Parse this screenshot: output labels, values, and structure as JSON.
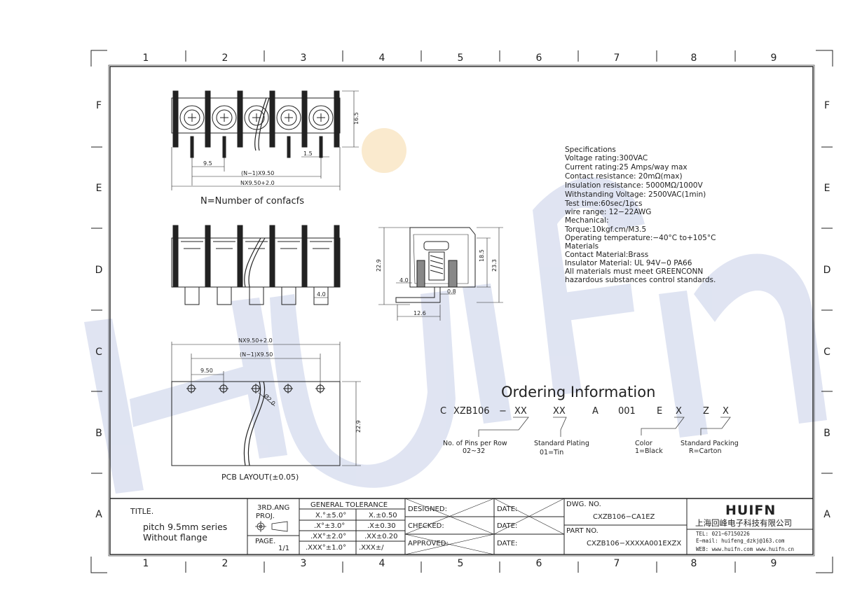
{
  "grid": {
    "columns": [
      "1",
      "2",
      "3",
      "4",
      "5",
      "6",
      "7",
      "8",
      "9"
    ],
    "rows": [
      "F",
      "E",
      "D",
      "C",
      "B",
      "A"
    ]
  },
  "drawing": {
    "dims_top": {
      "pitch": "9.5",
      "pin": "1.5",
      "span": "(N−1)X9.50",
      "total": "NX9.50+2.0",
      "height": "16.5"
    },
    "note_pins": "N=Number of confacfs",
    "dims_front": {
      "pin_w": "4.0"
    },
    "dims_side": {
      "h1": "22.9",
      "h2": "18.5",
      "h3": "23.3",
      "lead": "4.0",
      "slot": "0.8",
      "depth": "12.6"
    },
    "dims_pcb": {
      "total": "NX9.50+2.0",
      "span": "(N−1)X9.50",
      "pitch": "9.50",
      "hole": "Ø2.0",
      "height": "22.9"
    },
    "pcb_caption": "PCB LAYOUT(±0.05)"
  },
  "specs": [
    "Specifications",
    "Voltage rating:300VAC",
    "Current rating:25 Amps/way max",
    "Contact resistance: 20mΩ(max)",
    "Insulation resistance: 5000MΩ/1000V",
    "Withstanding Voltage: 2500VAC(1min)",
    "Test time:60sec/1pcs",
    "wire range: 12−22AWG",
    "Mechanical:",
    "Torque:10kgf.cm/M3.5",
    "Operating temperature:−40°C to+105°C",
    "Materials",
    "Contact Material:Brass",
    "Insulator Material: UL 94V−0 PA66",
    "All materials must meet GREENCONN",
    "hazardous substances control standards."
  ],
  "ordering": {
    "title": "Ordering Information",
    "code": [
      "C",
      "XZB106",
      "−",
      "XX",
      "XX",
      "A",
      "001",
      "E",
      "X",
      "Z",
      "X"
    ],
    "legend": [
      {
        "label": "No. of Pins per Row",
        "value": "02~32"
      },
      {
        "label": "Standard Plating",
        "value": "01=Tin"
      },
      {
        "label": "Color",
        "value": "1=Black"
      },
      {
        "label": "Standard Packing",
        "value": "R=Carton"
      }
    ]
  },
  "title_block": {
    "title_label": "TITLE.",
    "title_line1": "pitch 9.5mm series",
    "title_line2": "Without flange",
    "proj_label1": "3RD.ANG",
    "proj_label2": "PROJ.",
    "page_label": "PAGE.",
    "page_value": "1/1",
    "tolerance_title": "GENERAL TOLERANCE",
    "tolerance": [
      [
        "X.°±5.0°",
        "X.±0.50"
      ],
      [
        ".X°±3.0°",
        ".X±0.30"
      ],
      [
        ".XX°±2.0°",
        ".XX±0.20"
      ],
      [
        ".XXX°±1.0°",
        ".XXX±/"
      ]
    ],
    "designed": "DESIGNED:",
    "checked": "CHECKED:",
    "approved": "APPROVED:",
    "date": "DATE:",
    "dwg_label": "DWG. NO.",
    "dwg_value": "CXZB106−CA1EZ",
    "part_label": "PART NO.",
    "part_value": "CXZB106−XXXXA001EXZX",
    "company_logo": "HUIFN",
    "company_name": "上海回峰电子科技有限公司",
    "tel": "TEL: 021−67150226",
    "email": "E−mail: huifeng_dzkj@163.com",
    "web": "WEB: www.huifn.com  www.huifn.cn"
  },
  "watermark": "HUIFN",
  "colors": {
    "watermark": "#c9d1ea",
    "line": "#222222",
    "accent": "#f5c36a"
  }
}
